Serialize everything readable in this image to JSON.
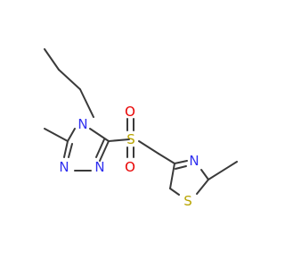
{
  "molecule": {
    "colors": {
      "bond": "#3a3a3a",
      "nitrogen": "#3030f0",
      "oxygen": "#e80000",
      "sulfur": "#b8a400"
    },
    "atoms": {
      "n_triazole_4": "N",
      "n_triazole_1": "N",
      "n_triazole_2": "N",
      "s_sulfonyl": "S",
      "o_sulfonyl_top": "O",
      "o_sulfonyl_bottom": "O",
      "n_thiazole": "N",
      "s_thiazole": "S"
    }
  }
}
